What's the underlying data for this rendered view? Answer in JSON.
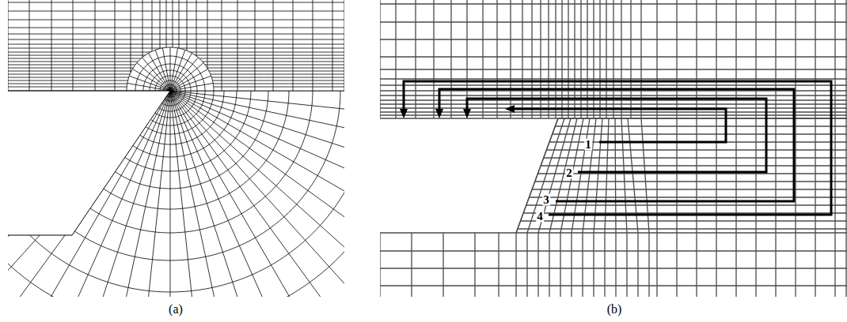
{
  "diagram": {
    "labels": [
      "1",
      "2",
      "3",
      "4",
      "(a)",
      "(b)"
    ]
  }
}
